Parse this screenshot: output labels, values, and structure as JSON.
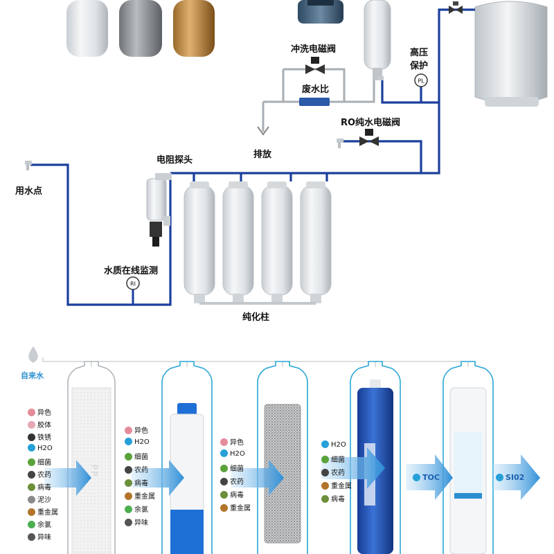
{
  "top": {
    "labels": {
      "flush_valve": "冲洗电磁阀",
      "waste_ratio": "废水比",
      "high_pressure_1": "高压",
      "high_pressure_2": "保护",
      "ro_valve": "RO纯水电磁阀",
      "drain": "排放",
      "resistance_probe": "电阻探头",
      "outlet": "用水点",
      "quality_monitor": "水质在线监测",
      "polishing": "纯化柱"
    },
    "badges": {
      "pl": "PL",
      "ri": "RI"
    }
  },
  "bottom": {
    "tap_water": "自来水",
    "stage1": [
      "异色",
      "胶体",
      "铁锈",
      "H2O",
      "细菌",
      "农药",
      "病毒",
      "泥沙",
      "重金属",
      "余氯",
      "异味"
    ],
    "stage2": [
      "异色",
      "H2O",
      "细菌",
      "农药",
      "病毒",
      "重金属",
      "余氯",
      "异味"
    ],
    "stage3": [
      "异色",
      "H2O",
      "细菌",
      "农药",
      "病毒",
      "重金属"
    ],
    "stage4": [
      "H2O",
      "细菌",
      "农药",
      "重金属",
      "病毒"
    ],
    "out_toc": "TOC",
    "out_sio2": "SI02"
  },
  "colors": {
    "pipe_blue": "#1b3f9c",
    "pipe_grey": "#a7aeb4",
    "arrow_blue": "#2f8fd8",
    "membrane": "#1f4fb5",
    "cap_blue": "#1e6fd6"
  }
}
